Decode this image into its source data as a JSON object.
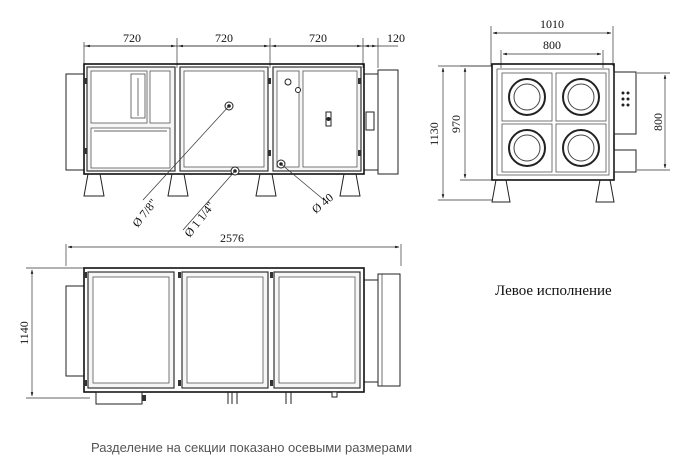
{
  "front_view": {
    "dims_top": [
      "720",
      "720",
      "720",
      "120"
    ],
    "pipe_labels": [
      "Ø 7/8\"",
      "Ø 1 1/4\"",
      "Ø 40"
    ]
  },
  "side_view": {
    "width_total": "1010",
    "width_inner": "800",
    "height_total": "1130",
    "height_mid": "970",
    "height_right": "800"
  },
  "top_view": {
    "length_total": "2576",
    "depth": "1140"
  },
  "variant_label": "Левое исполнение",
  "note": "Разделение на секции показано осевыми размерами"
}
